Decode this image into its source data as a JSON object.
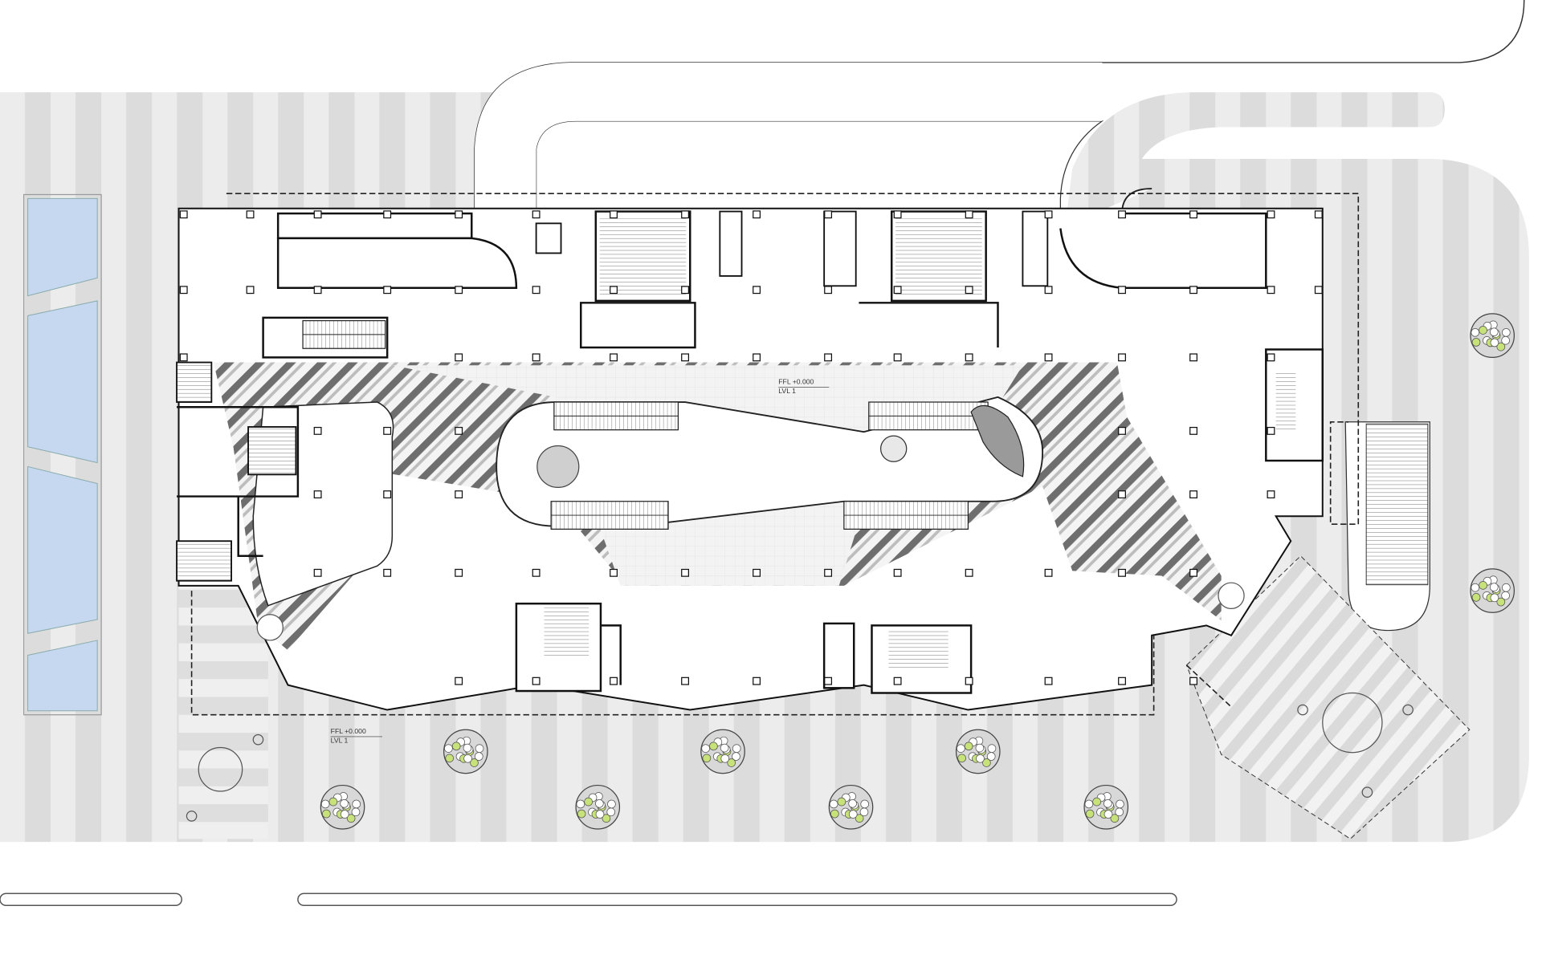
{
  "labels": {
    "ffl_top": "FFL +0.000",
    "lvl_top": "LVL 1",
    "ffl_bottom": "FFL +0.000",
    "lvl_bottom": "LVL 1"
  },
  "colors": {
    "stripe_light": "#ececec",
    "stripe_dark": "#dcdcdc",
    "water": "#c5d8f0",
    "wall": "#1a1a1a",
    "atrium_hatch": "#777777",
    "plaza_tile": "#ebebeb",
    "planter_green": "#c8e27a"
  }
}
